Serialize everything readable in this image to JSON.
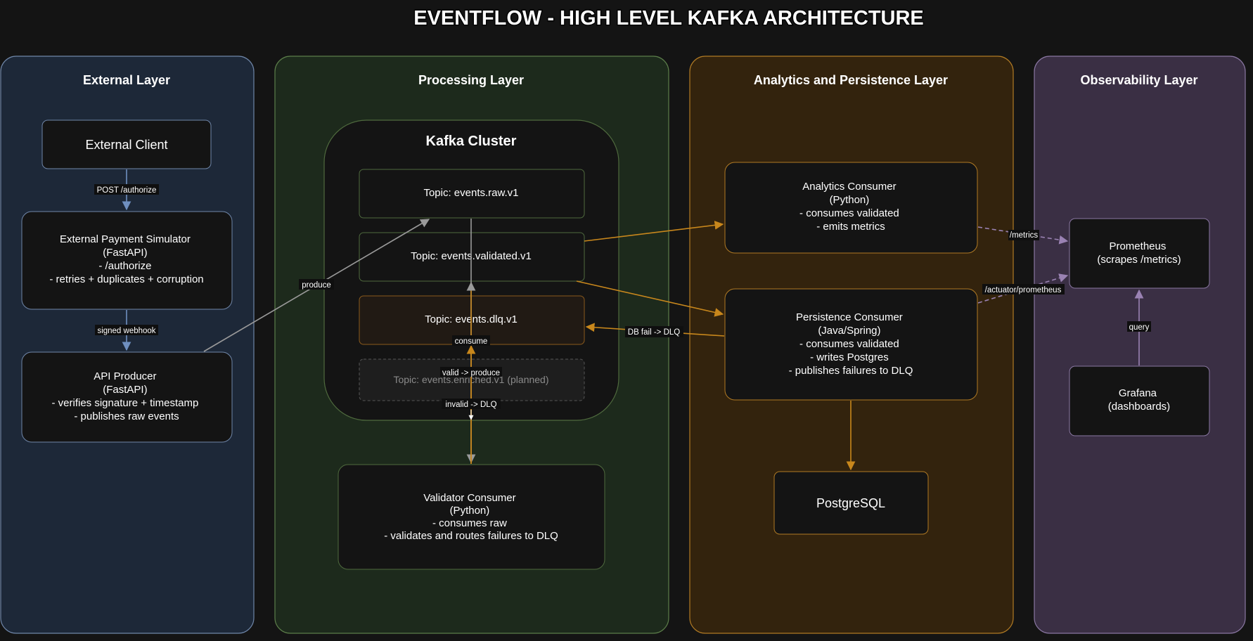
{
  "title": "EVENTFLOW - HIGH LEVEL KAFKA ARCHITECTURE",
  "colors": {
    "background": "#141414",
    "node_fill": "#141414",
    "lane_external": "#1d2838",
    "lane_processing": "#1d2a1c",
    "lane_analytics": "#33230d",
    "lane_observability": "#3a2f44",
    "edge_blue": "#6f8fbf",
    "edge_orange": "#c8871c",
    "edge_gray": "#9a9a9a",
    "edge_purple": "#9a82b3"
  },
  "lanes": {
    "external": "External Layer",
    "processing": "Processing Layer",
    "analytics": "Analytics and Persistence Layer",
    "observability": "Observability Layer"
  },
  "cluster": {
    "title": "Kafka Cluster"
  },
  "nodes": {
    "external_client": [
      "External Client"
    ],
    "payment_simulator": [
      "External Payment Simulator",
      "(FastAPI)",
      "- /authorize",
      "- retries + duplicates + corruption"
    ],
    "api_producer": [
      "API Producer",
      "(FastAPI)",
      "- verifies signature + timestamp",
      "- publishes raw events"
    ],
    "topic_raw": [
      "Topic: events.raw.v1"
    ],
    "topic_validated": [
      "Topic: events.validated.v1"
    ],
    "topic_dlq": [
      "Topic: events.dlq.v1"
    ],
    "topic_enriched": [
      "Topic: events.enriched.v1 (planned)"
    ],
    "validator_consumer": [
      "Validator Consumer",
      "(Python)",
      "- consumes raw",
      "- validates and routes failures to DLQ"
    ],
    "analytics_consumer": [
      "Analytics Consumer",
      "(Python)",
      "- consumes validated",
      "- emits metrics"
    ],
    "persistence_consumer": [
      "Persistence Consumer",
      "(Java/Spring)",
      "- consumes validated",
      "- writes Postgres",
      "- publishes failures to DLQ"
    ],
    "postgresql": [
      "PostgreSQL"
    ],
    "prometheus": [
      "Prometheus",
      "(scrapes /metrics)"
    ],
    "grafana": [
      "Grafana",
      "(dashboards)"
    ]
  },
  "edges": {
    "post_authorize": "POST /authorize",
    "signed_webhook": "signed webhook",
    "produce": "produce",
    "consume": "consume",
    "valid_produce": "valid -> produce",
    "invalid_dlq": "invalid -> DLQ",
    "db_fail_dlq": "DB fail -> DLQ",
    "metrics": "/metrics",
    "actuator_prometheus": "/actuator/prometheus",
    "query": "query"
  }
}
